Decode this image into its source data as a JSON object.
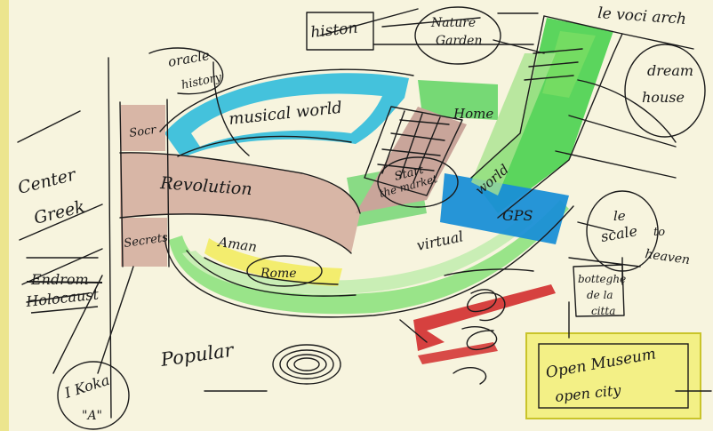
{
  "labels": {
    "oracle": "oracle",
    "history_small": "history",
    "history_box": "histon",
    "nature_garden_line1": "Nature",
    "nature_garden_line2": "Garden",
    "le_voci_arch": "le voci arch",
    "dream_house_line1": "dream",
    "dream_house_line2": "house",
    "musical_world": "musical world",
    "home": "Home",
    "socr_top": "Socr",
    "revolution": "Revolution",
    "secrets": "Secrets",
    "center_greek_line1": "Center",
    "center_greek_line2": "Greek",
    "start_market_line1": "Start",
    "start_market_line2": "the market",
    "world": "world",
    "gps": "GPS",
    "le_scale_line1": "le",
    "le_scale_line2": "scale",
    "to_heaven_line1": "to",
    "to_heaven_line2": "heaven",
    "virtual": "virtual",
    "aman": "Aman",
    "rome": "Rome",
    "botteghe_line1": "botteghe",
    "botteghe_line2": "de la",
    "botteghe_line3": "citta",
    "crossed_word": "Endrom",
    "holocaust": "Holocaust",
    "popular": "Popular",
    "open_museum": "Open Museum",
    "open_city": "open city",
    "i_koka_line1": "I Koka",
    "i_koka_line2": "\"A\""
  },
  "colors": {
    "paper": "#f7f4de",
    "ink": "#1b1b1b",
    "cyan": "#21b5d9",
    "green": "#4ccf4a",
    "light_green": "#b8e8a0",
    "yellow": "#f4ef6a",
    "pink": "#d9b7a8",
    "red": "#d42a2a",
    "blue": "#1a8fd6"
  }
}
